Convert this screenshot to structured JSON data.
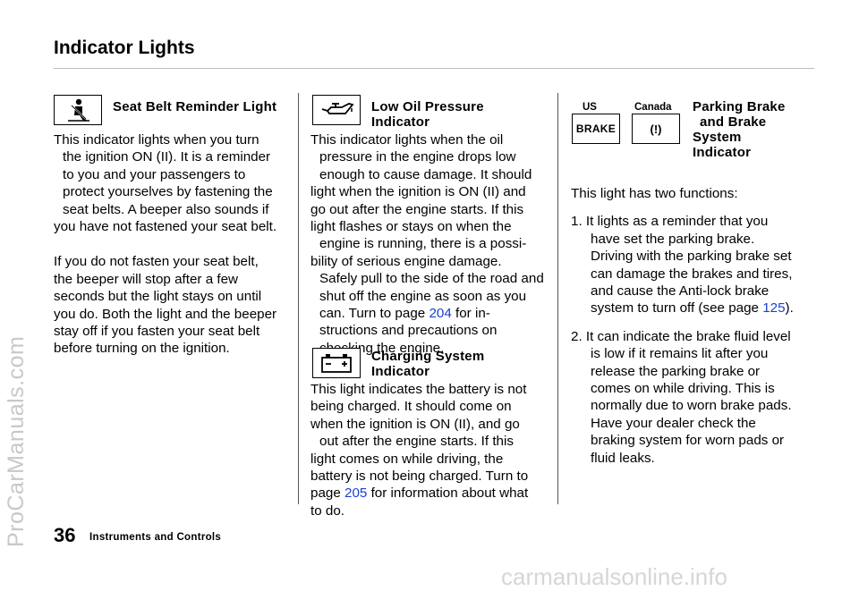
{
  "page": {
    "title": "Indicator Lights",
    "page_number": "36",
    "section": "Instruments and Controls",
    "watermark_side": "ProCarManuals.com",
    "watermark_footer": "carmanualsonline.info"
  },
  "seatbelt": {
    "heading": "Seat Belt Reminder Light",
    "icon": "seatbelt-icon",
    "para1": [
      "This indicator lights when you turn",
      "the ignition ON (II). It is a reminder",
      "to you and your passengers to",
      "protect yourselves by fastening the",
      "seat belts. A beeper also sounds if",
      "you have not fastened your seat belt."
    ],
    "para2": [
      "If you do not fasten your seat belt,",
      "the beeper will stop after a few",
      "seconds but the light stays on until",
      "you do. Both the light and the beeper",
      "stay off if you fasten your seat belt",
      "before turning on the ignition."
    ]
  },
  "oil": {
    "heading_l1": "Low Oil Pressure",
    "heading_l2": "Indicator",
    "icon": "oil-can-icon",
    "lines": [
      "This indicator lights when the oil",
      "pressure in the engine drops low",
      "enough to cause damage. It should",
      "light when the ignition is ON (II) and",
      "go out after the engine starts. If this",
      "light flashes or stays on when the",
      "engine is running, there is a possi-",
      "bility of serious engine damage.",
      "Safely pull to the side of the road and",
      "shut off the engine as soon as you"
    ],
    "last_pre": "can. Turn to page ",
    "last_link": "204",
    "last_post": " for in-",
    "tail": [
      "structions and precautions on",
      "checking the engine."
    ]
  },
  "charging": {
    "heading_l1": "Charging System",
    "heading_l2": "Indicator",
    "icon": "battery-icon",
    "lines": [
      "This light indicates the battery is not",
      "being charged. It should come on",
      "when the ignition is ON (II), and go",
      "out after the engine starts. If this",
      "light comes on while driving, the",
      "battery is not being charged. Turn to"
    ],
    "last_pre": "page ",
    "last_link": "205",
    "last_post": " for information about what",
    "tail": [
      "to do."
    ]
  },
  "brake": {
    "label_us": "US",
    "label_canada": "Canada",
    "icon_us_text": "BRAKE",
    "icon_canada_text": "(!)",
    "heading_l1": "Parking Brake",
    "heading_l2": "and Brake",
    "heading_l3": "System",
    "heading_l4": "Indicator",
    "intro": "This light has two functions:",
    "item1": [
      "1. It lights as a reminder that you",
      "have set the parking brake.",
      "Driving with the parking brake set",
      "can damage the brakes and tires,",
      "and cause the Anti-lock brake"
    ],
    "item1_last_pre": "system to turn off (see page ",
    "item1_link": "125",
    "item1_last_post": ").",
    "item2": [
      "2. It can indicate the brake fluid level",
      "is low if it remains lit after you",
      "release the parking brake or",
      "comes on while driving. This is",
      "normally due to worn brake pads.",
      "Have your dealer check the",
      "braking system for worn pads or",
      "fluid leaks."
    ]
  }
}
